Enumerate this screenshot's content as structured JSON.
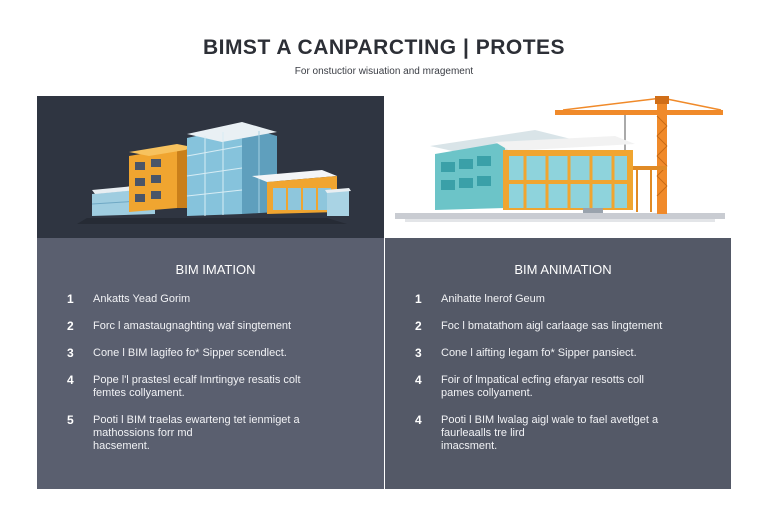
{
  "header": {
    "title": "BIMST A CANPARCTING | PROTES",
    "subtitle": "For onstuctior wisuation and mragement"
  },
  "colors": {
    "dark_bg": "#2f3541",
    "panel_bg": "#5a5f6f",
    "orange": "#f0a530",
    "glass_blue": "#78c2dc",
    "teal": "#6cc4c8",
    "crane": "#f08a2a"
  },
  "images": [
    {
      "icon": "office-building-illustration-icon"
    },
    {
      "icon": "building-under-construction-with-crane-icon"
    }
  ],
  "panels": [
    {
      "heading": "BIM IMATION",
      "items": [
        {
          "num": "1",
          "text": "Ankatts Yead Gorim"
        },
        {
          "num": "2",
          "text": "Forc l amastaugnaghting waf singtement"
        },
        {
          "num": "3",
          "text": "Cone l BIM lagifeo fo* Sipper scendlect."
        },
        {
          "num": "4",
          "text": "Pope l'l prastesl ecalf Imrtingye resatis colt\nfemtes collyament."
        },
        {
          "num": "5",
          "text": "Pooti l BIM traelas ewarteng tet ienmiget a\nmathossions forr md\nhacsement."
        }
      ]
    },
    {
      "heading": "BIM ANIMATION",
      "items": [
        {
          "num": "1",
          "text": "Anihatte lnerof Geum"
        },
        {
          "num": "2",
          "text": "Foc l bmatathom aigl carlaage sas lingtement"
        },
        {
          "num": "3",
          "text": "Cone l aifting legam fo* Sipper pansiect."
        },
        {
          "num": "4",
          "text": "Foir of lmpatical ecfing efaryar resotts coll\npames collyament."
        },
        {
          "num": "4",
          "text": "Pooti l BIM lwalag aigl wale to fael avetlget a\nfaurleaalls tre lird\nimacsment."
        }
      ]
    }
  ]
}
